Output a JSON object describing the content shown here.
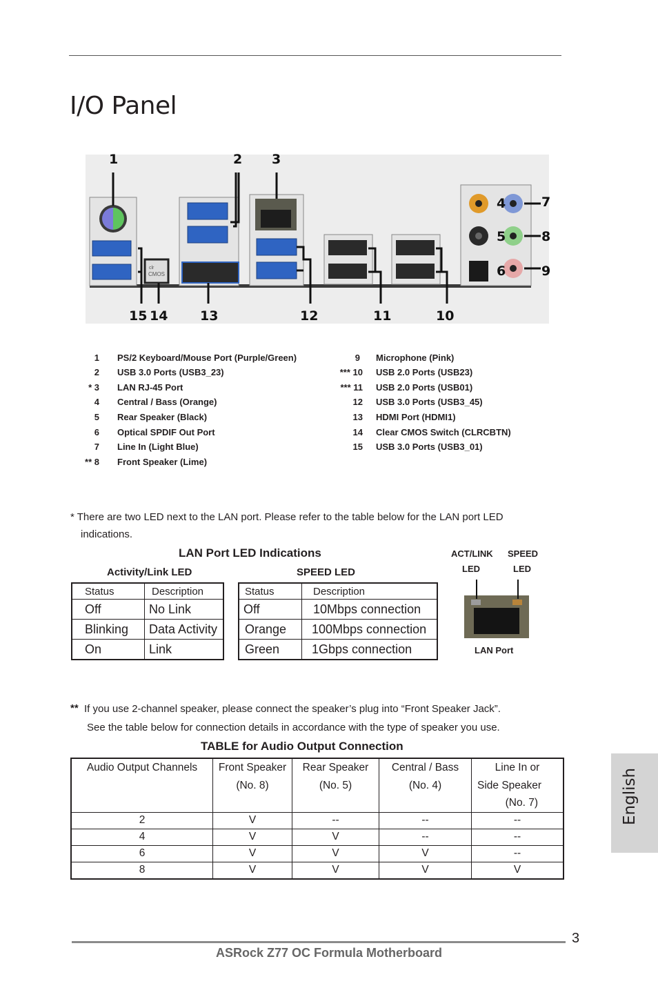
{
  "page": {
    "title": "I/O Panel",
    "page_number": "3",
    "footer": "ASRock  Z77 OC Formula  Motherboard",
    "side_tab": "English"
  },
  "figure": {
    "callouts": [
      "1",
      "2",
      "3",
      "7",
      "8",
      "9",
      "15",
      "14",
      "13",
      "12",
      "11",
      "10"
    ],
    "inline_callouts": [
      "4",
      "5",
      "6"
    ],
    "cmos_button_text": [
      "clr",
      "CMOS"
    ]
  },
  "legend": {
    "left": [
      {
        "n": "1",
        "label": "PS/2  Keyboard/Mouse  Port  (Purple/Green)"
      },
      {
        "n": "2",
        "label": "USB 3.0  Ports  (USB3_23)"
      },
      {
        "n": "* 3",
        "label": "LAN  RJ-45  Port"
      },
      {
        "n": "4",
        "label": "Central / Bass  (Orange)"
      },
      {
        "n": "5",
        "label": "Rear  Speaker  (Black)"
      },
      {
        "n": "6",
        "label": "Optical  SPDIF  Out  Port"
      },
      {
        "n": "7",
        "label": "Line  In  (Light  Blue)"
      },
      {
        "n": "** 8",
        "label": "Front  Speaker  (Lime)"
      }
    ],
    "right": [
      {
        "n": "9",
        "label": "Microphone  (Pink)"
      },
      {
        "n": "*** 10",
        "label": "USB 2.0  Ports  (USB23)"
      },
      {
        "n": "*** 11",
        "label": "USB 2.0  Ports  (USB01)"
      },
      {
        "n": "12",
        "label": "USB 3.0  Ports  (USB3_45)"
      },
      {
        "n": "13",
        "label": "HDMI  Port  (HDMI1)"
      },
      {
        "n": "14",
        "label": "Clear  CMOS  Switch  (CLRCBTN)"
      },
      {
        "n": "15",
        "label": "USB 3.0  Ports  (USB3_01)"
      }
    ]
  },
  "lan_note": {
    "line1": "* There are two LED next to the LAN port. Please refer to the table below for the LAN port LED",
    "line2": "indications."
  },
  "lan_led": {
    "title": "LAN Port LED Indications",
    "activity": {
      "heading": "Activity/Link LED",
      "headers": [
        "Status",
        "Description"
      ],
      "rows": [
        [
          "Off",
          "No Link"
        ],
        [
          "Blinking",
          "Data Activity"
        ],
        [
          "On",
          "Link"
        ]
      ]
    },
    "speed": {
      "heading": "SPEED LED",
      "headers": [
        "Status",
        "Description"
      ],
      "rows": [
        [
          "Off",
          "10Mbps connection"
        ],
        [
          "Orange",
          "100Mbps connection"
        ],
        [
          "Green",
          "1Gbps connection"
        ]
      ]
    },
    "diagram": {
      "act_label_1": "ACT/LINK",
      "act_label_2": "LED",
      "speed_label_1": "SPEED",
      "speed_label_2": "LED",
      "port_label": "LAN Port"
    }
  },
  "speaker_note": {
    "marker": "**",
    "line1": "If you use 2-channel speaker, please connect the speaker’s plug into “Front Speaker Jack”.",
    "line2": "See the table below for connection details in accordance with the type of speaker you use."
  },
  "audio_table": {
    "title": "TABLE for Audio Output  Connection",
    "headers": [
      [
        "Audio Output Channels"
      ],
      [
        "Front Speaker",
        "(No. 8)"
      ],
      [
        "Rear Speaker",
        "(No. 5)"
      ],
      [
        "Central / Bass",
        "(No. 4)"
      ],
      [
        "Line In or",
        "Side Speaker",
        "(No. 7)"
      ]
    ],
    "rows": [
      [
        "2",
        "V",
        "--",
        "--",
        "--"
      ],
      [
        "4",
        "V",
        "V",
        "--",
        "--"
      ],
      [
        "6",
        "V",
        "V",
        "V",
        "--"
      ],
      [
        "8",
        "V",
        "V",
        "V",
        "V"
      ]
    ]
  }
}
